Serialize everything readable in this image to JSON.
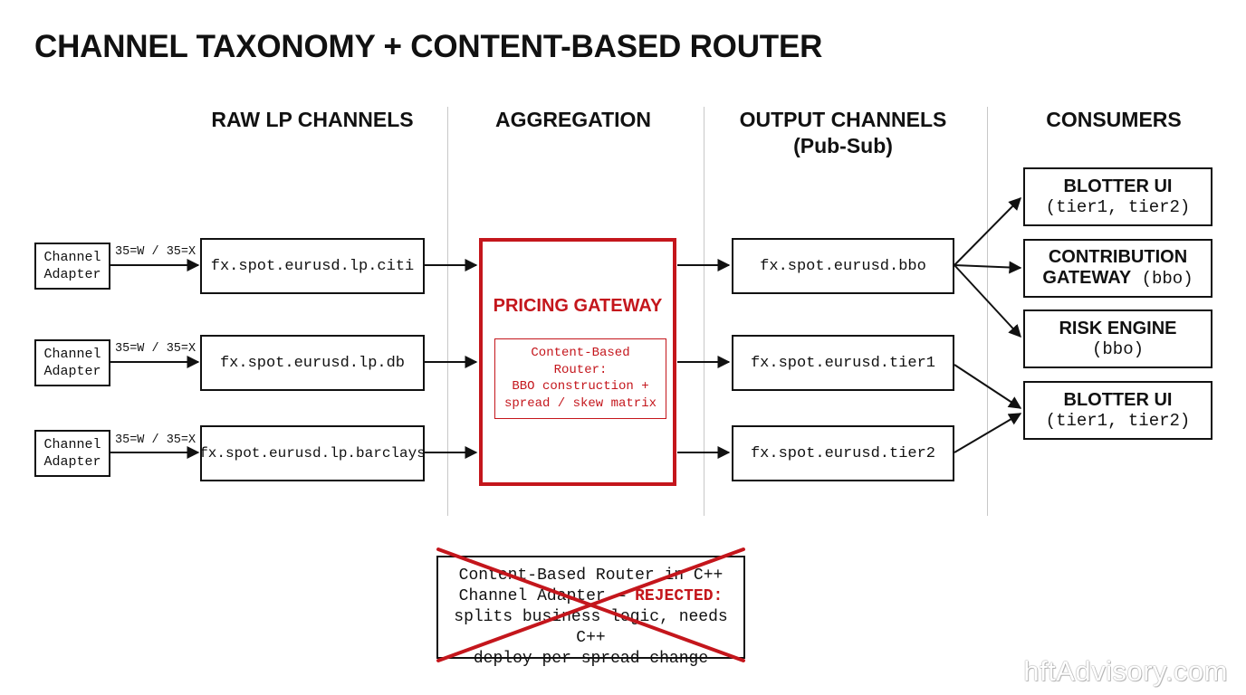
{
  "title": "CHANNEL TAXONOMY + CONTENT-BASED ROUTER",
  "columns": {
    "raw": "RAW LP CHANNELS",
    "aggregation": "AGGREGATION",
    "output_line1": "OUTPUT CHANNELS",
    "output_line2": "(Pub-Sub)",
    "consumers": "CONSUMERS"
  },
  "adapters": [
    {
      "line1": "Channel",
      "line2": "Adapter",
      "edge_label": "35=W / 35=X"
    },
    {
      "line1": "Channel",
      "line2": "Adapter",
      "edge_label": "35=W / 35=X"
    },
    {
      "line1": "Channel",
      "line2": "Adapter",
      "edge_label": "35=W / 35=X"
    }
  ],
  "raw_channels": [
    "fx.spot.eurusd.lp.citi",
    "fx.spot.eurusd.lp.db",
    "fx.spot.eurusd.lp.barclays"
  ],
  "gateway": {
    "title": "PRICING GATEWAY",
    "router_lines": [
      "Content-Based",
      "Router:",
      "BBO construction +",
      "spread / skew matrix"
    ]
  },
  "output_channels": [
    "fx.spot.eurusd.bbo",
    "fx.spot.eurusd.tier1",
    "fx.spot.eurusd.tier2"
  ],
  "consumers": [
    {
      "line1": "BLOTTER UI",
      "line2_mono": "(tier1, tier2)",
      "line2_bold": ""
    },
    {
      "line1": "CONTRIBUTION",
      "line2_mono": " (bbo)",
      "line2_bold": "GATEWAY"
    },
    {
      "line1": "RISK ENGINE",
      "line2_mono": "(bbo)",
      "line2_bold": ""
    },
    {
      "line1": "BLOTTER UI",
      "line2_mono": "(tier1, tier2)",
      "line2_bold": ""
    }
  ],
  "rejected": {
    "line1": "Content-Based Router in C++",
    "line2_a": "Channel Adapter — ",
    "line2_b": "REJECTED:",
    "line3": "splits business logic, needs C++",
    "line4": "deploy per spread change"
  },
  "watermark": "hftAdvisory.com",
  "colors": {
    "accent_red": "#c4161c",
    "divider": "#c8c8c8",
    "line": "#111111"
  }
}
